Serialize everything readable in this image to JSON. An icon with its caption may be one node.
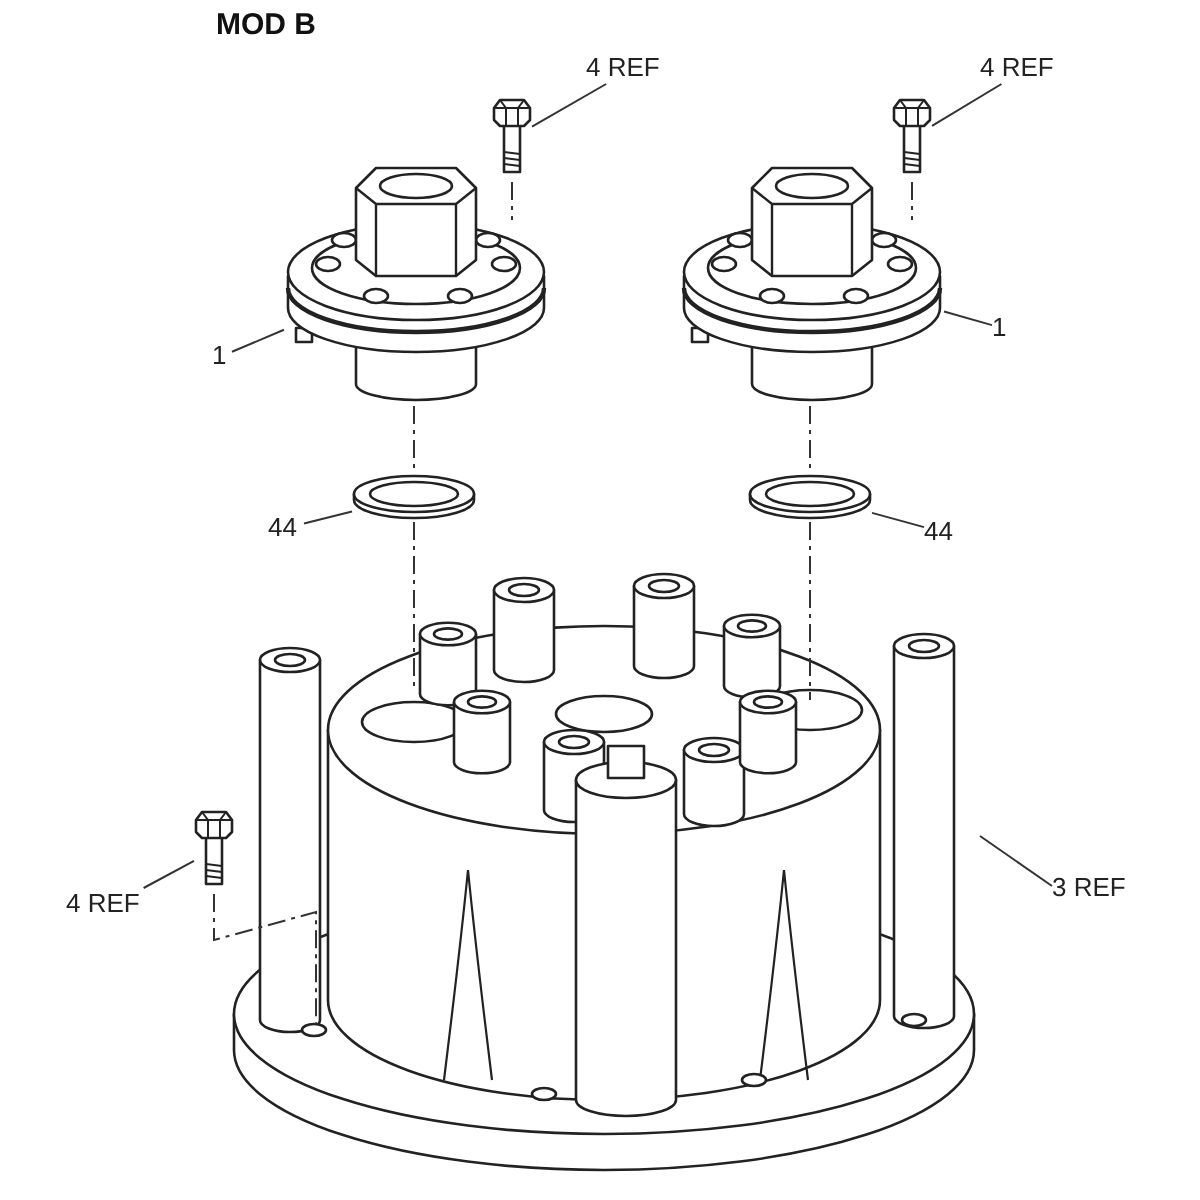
{
  "diagram": {
    "title": "MOD B",
    "nodes": [
      {
        "text": [
          "4 REF"
        ]
      },
      {
        "text": [],
        "shape": "picture"
      },
      {
        "text": [
          "4 REF"
        ]
      },
      {
        "text": [],
        "shape": "picture"
      },
      {
        "text": [
          "1"
        ]
      },
      {
        "text": [],
        "shape": "picture"
      },
      {
        "text": [
          "1"
        ]
      },
      {
        "text": [],
        "shape": "picture"
      },
      {
        "text": [
          "44"
        ]
      },
      {
        "text": [],
        "shape": "picture"
      },
      {
        "text": [
          "44"
        ]
      },
      {
        "text": [],
        "shape": "picture"
      },
      {
        "text": [
          "4 REF"
        ]
      },
      {
        "text": [],
        "shape": "picture"
      },
      {
        "text": [
          "3 REF"
        ]
      },
      {
        "text": [],
        "shape": "picture"
      }
    ],
    "edges": [
      {
        "from": 0,
        "to": 1,
        "arrow": "none"
      },
      {
        "from": 2,
        "to": 3,
        "arrow": "none"
      },
      {
        "from": 4,
        "to": 5,
        "arrow": "none"
      },
      {
        "from": 6,
        "to": 7,
        "arrow": "none"
      },
      {
        "from": 8,
        "to": 9,
        "arrow": "none"
      },
      {
        "from": 10,
        "to": 11,
        "arrow": "none"
      },
      {
        "from": 12,
        "to": 13,
        "arrow": "none"
      },
      {
        "from": 14,
        "to": 15,
        "arrow": "none"
      },
      {
        "from": 1,
        "to": 5,
        "arrow": "none",
        "style": "dashed"
      },
      {
        "from": 3,
        "to": 7,
        "arrow": "none",
        "style": "dashed"
      },
      {
        "from": 5,
        "to": 9,
        "arrow": "none",
        "style": "dashed"
      },
      {
        "from": 9,
        "to": 15,
        "arrow": "none",
        "style": "dashed"
      },
      {
        "from": 7,
        "to": 11,
        "arrow": "none",
        "style": "dashed"
      },
      {
        "from": 11,
        "to": 15,
        "arrow": "none",
        "style": "dashed"
      },
      {
        "from": 13,
        "to": 15,
        "arrow": "none",
        "style": "dashed"
      }
    ]
  }
}
